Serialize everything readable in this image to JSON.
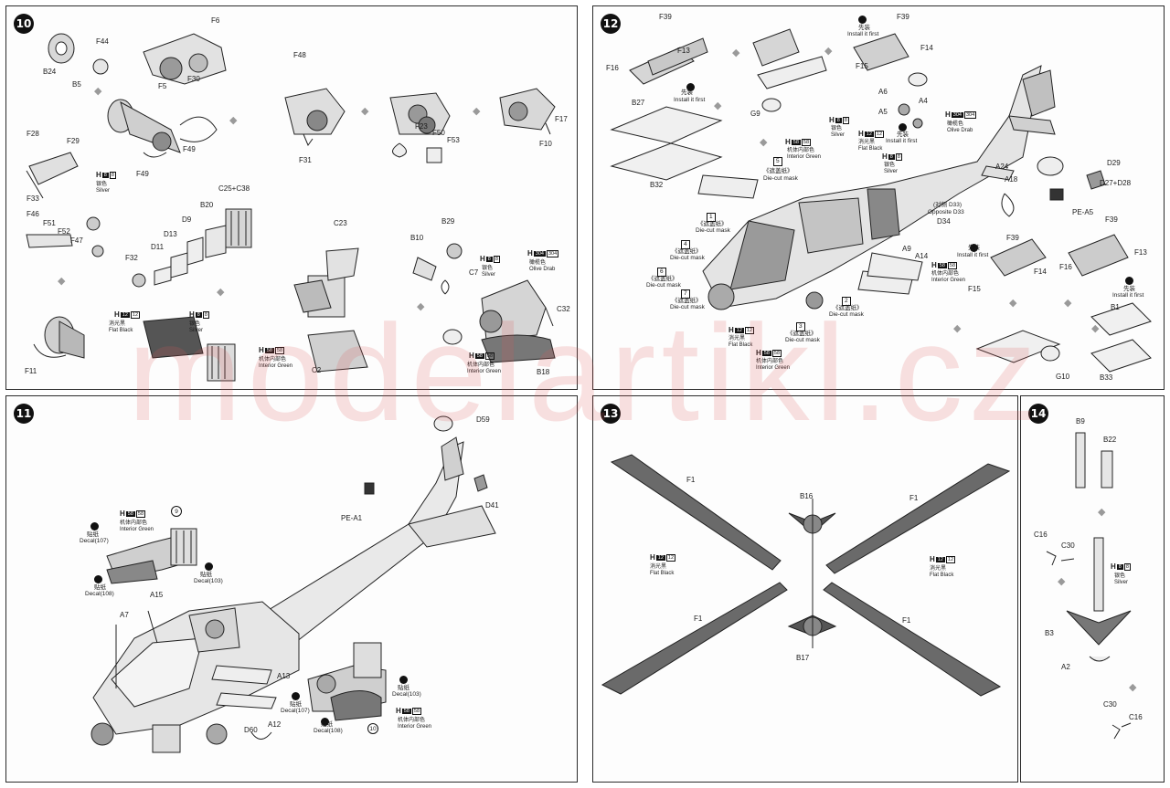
{
  "watermark": "modelartikl.cz",
  "steps": {
    "s10": "10",
    "s11": "11",
    "s12": "12",
    "s13": "13",
    "s14": "14"
  },
  "paints": {
    "h8": "8",
    "h12": "12",
    "h58": "58",
    "h304": "304",
    "silver_cn": "银色",
    "silver": "Silver",
    "flatblack_cn": "消光黑",
    "flatblack": "Flat Black",
    "intgreen_cn": "机体内部色",
    "intgreen": "Interior Green",
    "olive_cn": "橄榄色",
    "olive": "Olive Drab"
  },
  "notes": {
    "install_cn": "先装",
    "install": "Install it first",
    "mask_cn": "《遮盖纸》",
    "mask": "Die-cut mask",
    "decal_cn": "贴纸",
    "opp_cn": "(对侧 D33)",
    "opp": "Opposite D33"
  },
  "p10": {
    "B24": "B24",
    "B5": "B5",
    "F44": "F44",
    "F6": "F6",
    "F5": "F5",
    "F30": "F30",
    "F48": "F48",
    "F31": "F31",
    "F49a": "F49",
    "F49b": "F49",
    "F23": "F23",
    "F50": "F50",
    "F53": "F53",
    "F17": "F17",
    "F10": "F10",
    "F28": "F28",
    "F29": "F29",
    "F33": "F33",
    "F46": "F46",
    "F51": "F51",
    "F52": "F52",
    "F47": "F47",
    "F11": "F11",
    "F32": "F32",
    "D11": "D11",
    "D13": "D13",
    "D9": "D9",
    "B20": "B20",
    "C25C38": "C25+C38",
    "C23": "C23",
    "C2": "C2",
    "B10": "B10",
    "B29": "B29",
    "C7": "C7",
    "C32": "C32",
    "B18": "B18"
  },
  "p11": {
    "D59": "D59",
    "D41": "D41",
    "PEA1": "PE-A1",
    "circ9": "9",
    "circ10": "10",
    "d107a": "Decal(107)",
    "d108a": "Decal(108)",
    "d103a": "Decal(103)",
    "d107b": "Decal(107)",
    "d108b": "Decal(108)",
    "d103b": "Decal(103)",
    "A15": "A15",
    "A7": "A7",
    "A13": "A13",
    "A12": "A12",
    "D60": "D60"
  },
  "p12": {
    "F39a": "F39",
    "F13a": "F13",
    "F16a": "F16",
    "B27": "B27",
    "B32": "B32",
    "F39b": "F39",
    "F14a": "F14",
    "F15a": "F15",
    "G9": "G9",
    "A6": "A6",
    "A5": "A5",
    "A4": "A4",
    "D29": "D29",
    "D27D28": "D27+D28",
    "PEA5": "PE-A5",
    "A24": "A24",
    "A18": "A18",
    "D34": "D34",
    "A9": "A9",
    "A14": "A14",
    "F39c": "F39",
    "F14b": "F14",
    "F15b": "F15",
    "F39d": "F39",
    "F13b": "F13",
    "F16b": "F16",
    "B1": "B1",
    "B33": "B33",
    "G10": "G10",
    "m1": "1",
    "m2": "2",
    "m3": "3",
    "m4": "4",
    "m5": "5",
    "m6": "6",
    "m7": "7"
  },
  "p13": {
    "F1a": "F1",
    "F1b": "F1",
    "F1c": "F1",
    "F1d": "F1",
    "B16": "B16",
    "B17": "B17"
  },
  "p14": {
    "B9": "B9",
    "B22": "B22",
    "C16a": "C16",
    "C30a": "C30",
    "B3": "B3",
    "A2": "A2",
    "C30b": "C30",
    "C16b": "C16"
  }
}
